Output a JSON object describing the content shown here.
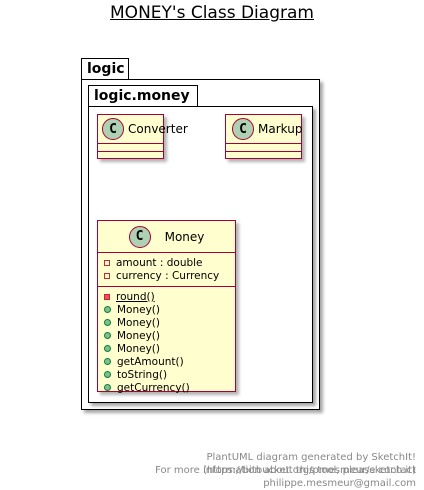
{
  "diagram": {
    "title": "MONEY's Class Diagram",
    "packages": {
      "outer": "logic",
      "inner": "logic.money"
    },
    "classes": {
      "converter": {
        "stereotype_letter": "C",
        "name": "Converter"
      },
      "markup": {
        "stereotype_letter": "C",
        "name": "Markup"
      },
      "money": {
        "stereotype_letter": "C",
        "name": "Money",
        "fields": [
          "amount : double",
          "currency : Currency"
        ],
        "methods": [
          "round()",
          "Money()",
          "Money()",
          "Money()",
          "Money()",
          "getAmount()",
          "toString()",
          "getCurrency()"
        ]
      }
    },
    "colors": {
      "class_fill": "#FEFECE",
      "class_border": "#A80036",
      "circle_fill": "#ADD1B2",
      "private_marker": "#C82930",
      "public_marker": "#84BE84"
    }
  },
  "footer": {
    "line1": "PlantUML diagram generated by SketchIt! (https://bitbucket.org/pmesmeur/sketch.it)",
    "line2": "For more information about this tool, please contact philippe.mesmeur@gmail.com"
  }
}
